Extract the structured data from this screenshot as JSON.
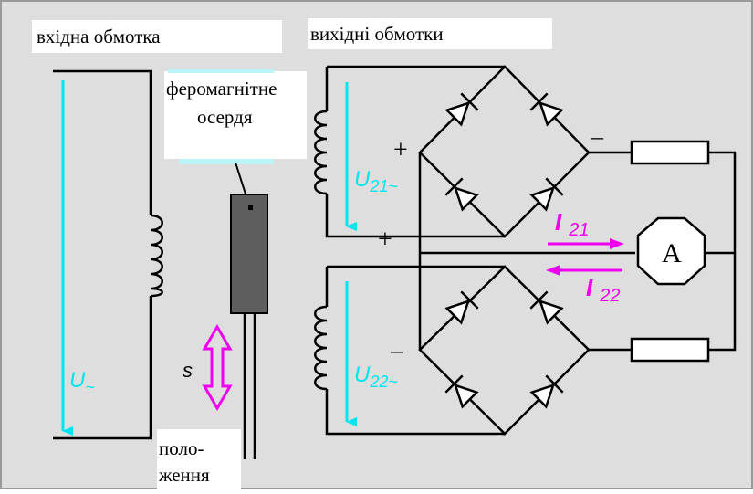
{
  "labels": {
    "input_winding": "вхідна обмотка",
    "output_windings": "вихідні обмотки",
    "core_line1": "феромагнітне",
    "core_line2": "осердя",
    "position_line1": "поло-",
    "position_line2": "ження",
    "displacement": "s"
  },
  "symbols": {
    "u_input": "U",
    "u_input_sub": "~",
    "u21": "U",
    "u21_sub": "21~",
    "u22": "U",
    "u22_sub": "22~",
    "i21": "I",
    "i21_sub": "21",
    "i22": "I",
    "i22_sub": "22",
    "ammeter": "A",
    "plus": "+",
    "minus": "–"
  },
  "colors": {
    "background": "#dedede",
    "label_box": "#ffffff",
    "wire": "#000000",
    "voltage_arrow": "#00e5ee",
    "current_arrow": "#ee00ee",
    "core_fill": "#5e5e5e",
    "core_highlight": "#b8f4f8"
  }
}
